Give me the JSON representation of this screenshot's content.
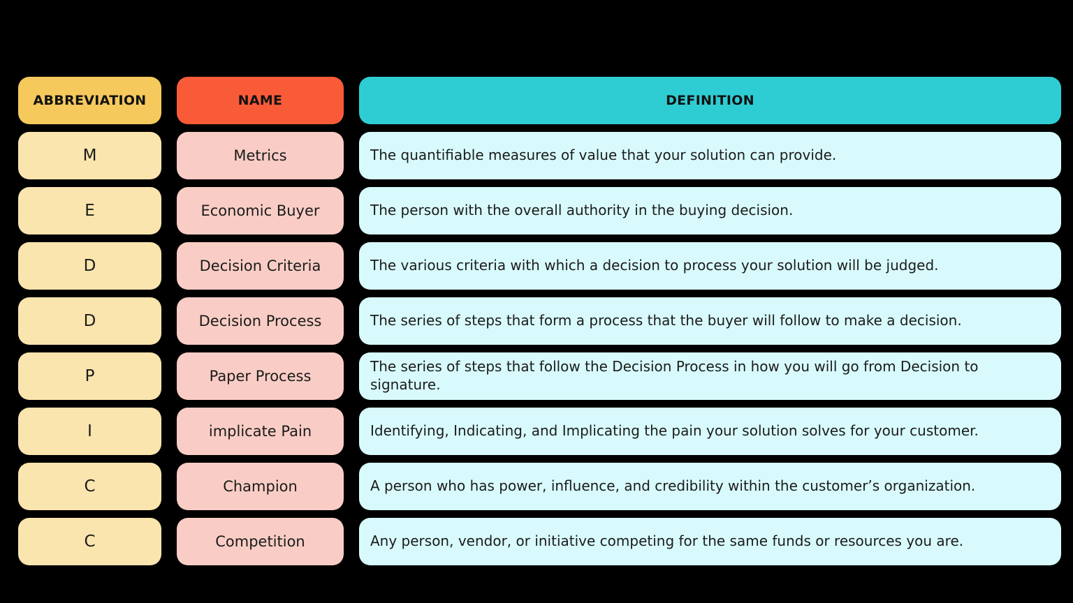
{
  "page": {
    "background_color": "#000000",
    "description": "MEDDPICC sales methodology definition table"
  },
  "colors": {
    "abbr_header_bg": "#F6C95D",
    "abbr_cell_bg": "#FBE5AE",
    "name_header_bg": "#F95B39",
    "name_cell_bg": "#F9CDC5",
    "definition_header_bg": "#2ECDD3",
    "definition_cell_bg": "#D8FAFC",
    "text_color": "#1b1b1b"
  },
  "table": {
    "headers": {
      "abbreviation": "ABBREVIATION",
      "name": "NAME",
      "definition": "DEFINITION"
    },
    "rows": [
      {
        "abbreviation": "M",
        "name": "Metrics",
        "definition": "The quantifiable measures of value that your solution can provide."
      },
      {
        "abbreviation": "E",
        "name": "Economic Buyer",
        "definition": "The person with the overall authority in the buying decision."
      },
      {
        "abbreviation": "D",
        "name": "Decision Criteria",
        "definition": "The various criteria with which a decision to process your solution will be judged."
      },
      {
        "abbreviation": "D",
        "name": "Decision Process",
        "definition": "The series of steps that form a process that the buyer will follow to make a decision."
      },
      {
        "abbreviation": "P",
        "name": "Paper Process",
        "definition": "The series of steps that follow the Decision Process in how you will go from Decision to signature."
      },
      {
        "abbreviation": "I",
        "name": "implicate Pain",
        "definition": "Identifying, Indicating, and Implicating the pain your solution solves for your customer."
      },
      {
        "abbreviation": "C",
        "name": "Champion",
        "definition": "A person who has power, influence, and credibility within the customer’s organization."
      },
      {
        "abbreviation": "C",
        "name": "Competition",
        "definition": "Any person, vendor, or initiative competing for the same funds or resources you are."
      }
    ]
  }
}
